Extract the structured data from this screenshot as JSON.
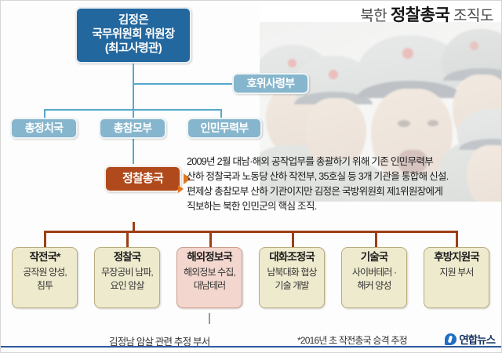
{
  "header": {
    "title_prefix": "북한",
    "title_main": "정찰총국",
    "title_suffix": "조직도",
    "photo_alt": "north-korean-soldiers-shouting"
  },
  "nodes": {
    "leader": "김정은\n국무위원회 위원장\n(최고사령관)",
    "leader_line1": "김정은",
    "leader_line2": "국무위원회 위원장",
    "leader_line3": "(최고사령관)",
    "guard_command": "호위사령부",
    "level2": [
      {
        "label": "총정치국"
      },
      {
        "label": "총참모부"
      },
      {
        "label": "인민무력부"
      }
    ],
    "rgb": "정찰총국"
  },
  "description": {
    "line1": "2009년 2월 대남·해외 공작업무를 총괄하기 위해 기존 인민무력부",
    "line2": "산하 정찰국과 노동당 산하 작전부, 35호실 등 3개 기관을 통합해 신설.",
    "line3": "편제상 총참모부 산하 기관이지만 김정은 국방위원회 제1위원장에게",
    "line4": "직보하는 북한 인민군의 핵심 조직."
  },
  "departments": [
    {
      "title": "작전국*",
      "desc_line1": "공작원 양성,",
      "desc_line2": "침투",
      "highlight": false
    },
    {
      "title": "정찰국",
      "desc_line1": "무장공비 남파,",
      "desc_line2": "요인 암살",
      "highlight": false
    },
    {
      "title": "해외정보국",
      "desc_line1": "해외정보 수집,",
      "desc_line2": "대남테러",
      "highlight": true
    },
    {
      "title": "대화조정국",
      "desc_line1": "남북대화 협상",
      "desc_line2": "기술 개발",
      "highlight": false
    },
    {
      "title": "기술국",
      "desc_line1": "사이버테러 ·",
      "desc_line2": "해커 양성",
      "highlight": false
    },
    {
      "title": "후방지원국",
      "desc_line1": "지원 부서",
      "desc_line2": "",
      "highlight": false
    }
  ],
  "footer": {
    "caption": "김정남 암살 관련 추정 부서",
    "footnote": "*2016년 초 작전총국 승격 추정",
    "logo_text": "연합뉴스"
  },
  "colors": {
    "leader_box": "#23679f",
    "level2_box": "#86b6cd",
    "rgb_box": "#b04a1c",
    "dept_box": "#eeeacd",
    "dept_highlight": "#f3d6cd",
    "blue_connector": "#57a8cc",
    "brown_connector": "#9d3f14",
    "arrow": "#e2751f",
    "logo_blue": "#1f6fc4"
  }
}
